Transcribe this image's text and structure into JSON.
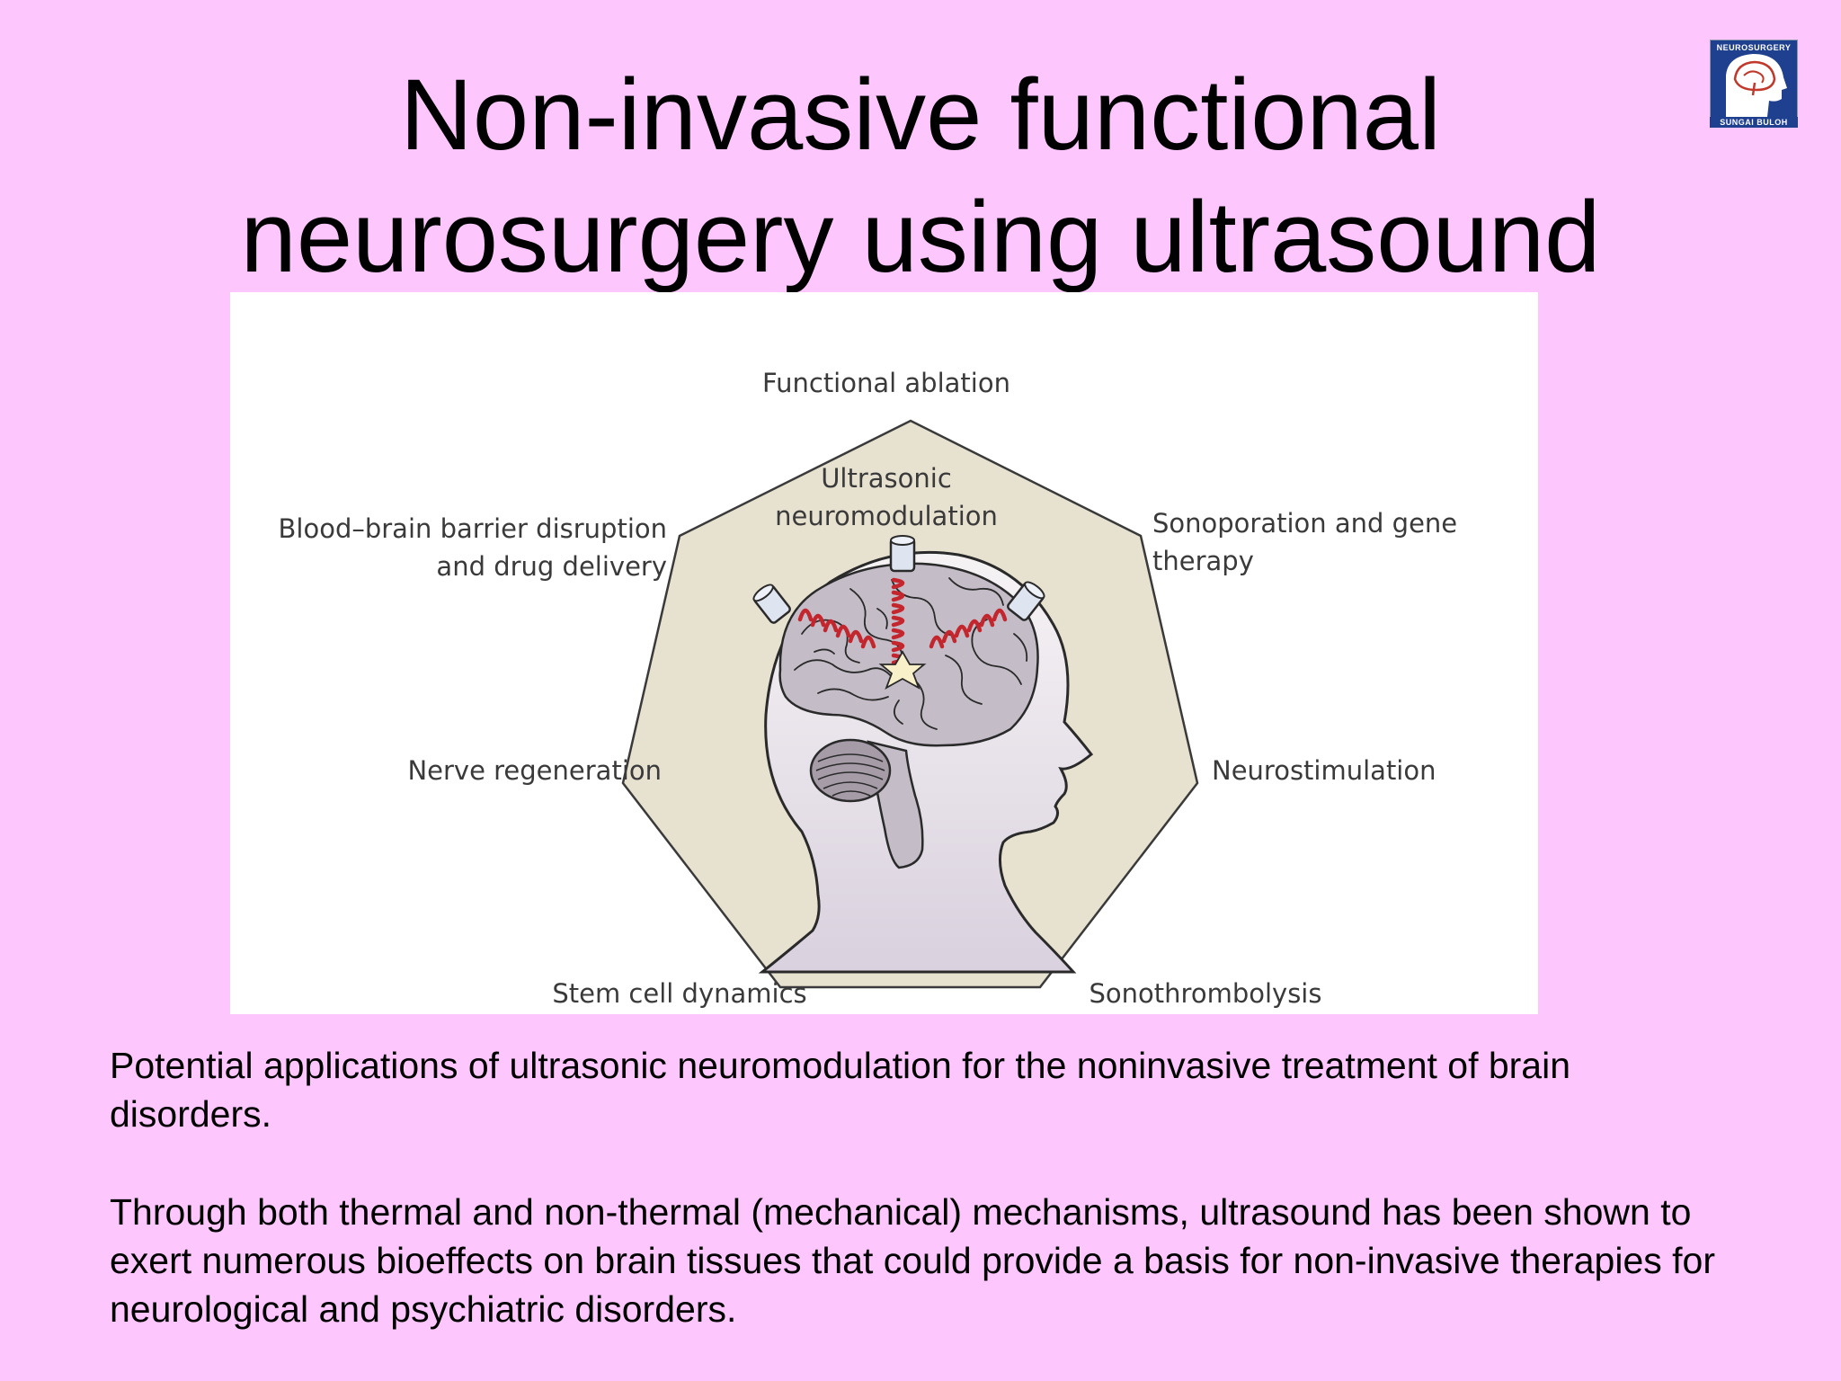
{
  "slide": {
    "title_line1": "Non-invasive functional",
    "title_line2": "neurosurgery using ultrasound",
    "logo": {
      "icon": "neurosurgery-brain-logo",
      "text_top": "NEUROSURGERY",
      "text_bottom": "SUNGAI BULOH",
      "colors": {
        "background": "#1f3f8f",
        "head": "#ffffff",
        "brain": "#c0392b"
      }
    },
    "colors": {
      "background": "#fdc6fd",
      "text": "#000000"
    }
  },
  "diagram": {
    "colors": {
      "panel": "#ffffff",
      "heptagon_fill": "#e7e1d0",
      "head_fill": "#ece6ef",
      "brain_fill": "#c4bcc7",
      "wave_color": "#c4262e",
      "text": "#3a3a3a"
    },
    "center_label": "Ultrasonic\nneuromodulation",
    "applications": {
      "top": "Functional ablation",
      "top_left": "Blood–brain barrier disruption\nand drug delivery",
      "top_right": "Sonoporation and gene\ntherapy",
      "mid_left": "Nerve regeneration",
      "mid_right": "Neurostimulation",
      "bottom_left": "Stem cell dynamics",
      "bottom_right": "Sonothrombolysis"
    }
  },
  "captions": {
    "paragraph1": "Potential applications of ultrasonic neuromodulation for the noninvasive treatment of brain disorders.",
    "paragraph2": "Through both thermal and non-thermal (mechanical) mechanisms, ultrasound has been shown to exert numerous bioeffects on brain tissues that could provide a basis for non-invasive therapies for neurological and psychiatric disorders."
  }
}
